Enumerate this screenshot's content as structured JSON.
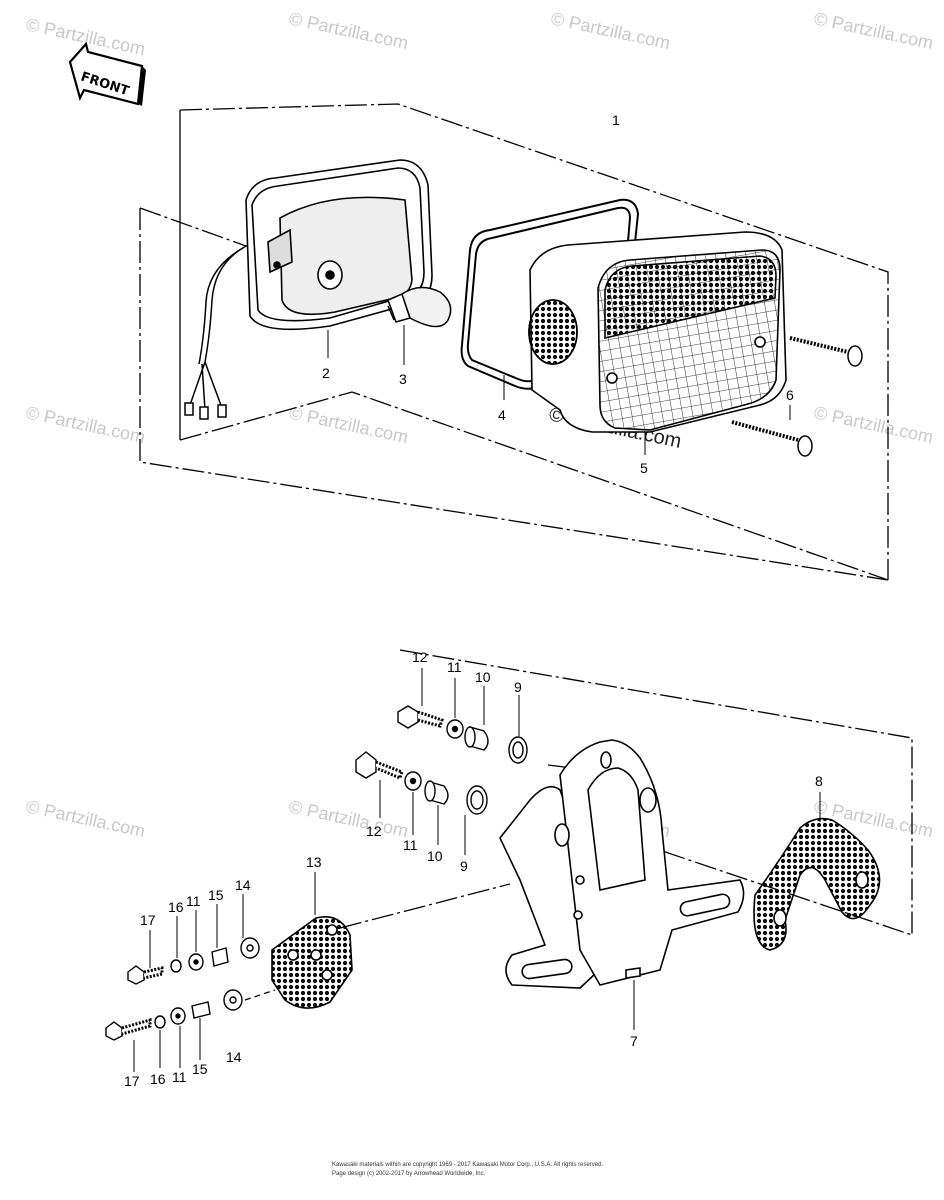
{
  "front_label": "FRONT",
  "callouts": {
    "c1": "1",
    "c2": "2",
    "c3": "3",
    "c4": "4",
    "c5": "5",
    "c6": "6",
    "c7": "7",
    "c8": "8",
    "c9a": "9",
    "c9b": "9",
    "c10a": "10",
    "c10b": "10",
    "c11a": "11",
    "c11b": "11",
    "c11c": "11",
    "c11d": "11",
    "c12a": "12",
    "c12b": "12",
    "c13": "13",
    "c14a": "14",
    "c14b": "14",
    "c15a": "15",
    "c15b": "15",
    "c16a": "16",
    "c16b": "16",
    "c17a": "17",
    "c17b": "17"
  },
  "watermark": "© Partzilla.com",
  "copyright": {
    "line1": "Kawasaki materials within are copyright 1969 - 2017 Kawasaki Motor Corp., U.S.A. All rights reserved.",
    "line2": "Page design (c) 2002-2017 by Arrowhead Worldwide, Inc."
  }
}
